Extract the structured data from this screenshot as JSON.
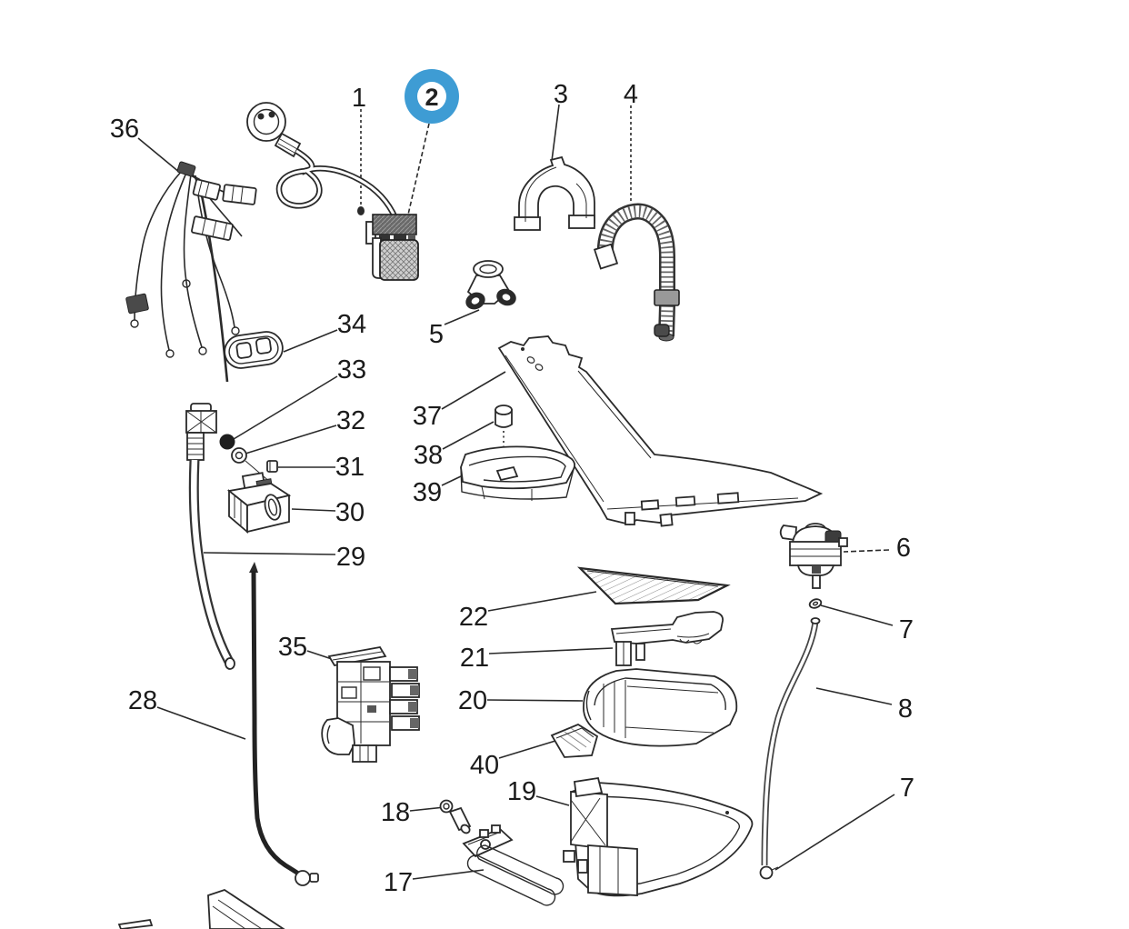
{
  "diagram": {
    "type": "exploded-parts-diagram",
    "background_color": "#ffffff",
    "line_color": "#2a2a2a",
    "label_color": "#1b1b1b"
  },
  "highlight": {
    "label": "2",
    "ring_color": "#3E9CD4",
    "center_color": "#ffffff"
  },
  "labels": {
    "l1": {
      "text": "1"
    },
    "l2": {
      "text": "2"
    },
    "l3": {
      "text": "3"
    },
    "l4": {
      "text": "4"
    },
    "l5": {
      "text": "5"
    },
    "l6": {
      "text": "6"
    },
    "l7a": {
      "text": "7"
    },
    "l7b": {
      "text": "7"
    },
    "l8": {
      "text": "8"
    },
    "l17": {
      "text": "17"
    },
    "l18": {
      "text": "18"
    },
    "l19": {
      "text": "19"
    },
    "l20": {
      "text": "20"
    },
    "l21": {
      "text": "21"
    },
    "l22": {
      "text": "22"
    },
    "l28": {
      "text": "28"
    },
    "l29": {
      "text": "29"
    },
    "l30": {
      "text": "30"
    },
    "l31": {
      "text": "31"
    },
    "l32": {
      "text": "32"
    },
    "l33": {
      "text": "33"
    },
    "l34": {
      "text": "34"
    },
    "l35": {
      "text": "35"
    },
    "l36": {
      "text": "36"
    },
    "l37": {
      "text": "37"
    },
    "l38": {
      "text": "38"
    },
    "l39": {
      "text": "39"
    },
    "l40": {
      "text": "40"
    }
  }
}
